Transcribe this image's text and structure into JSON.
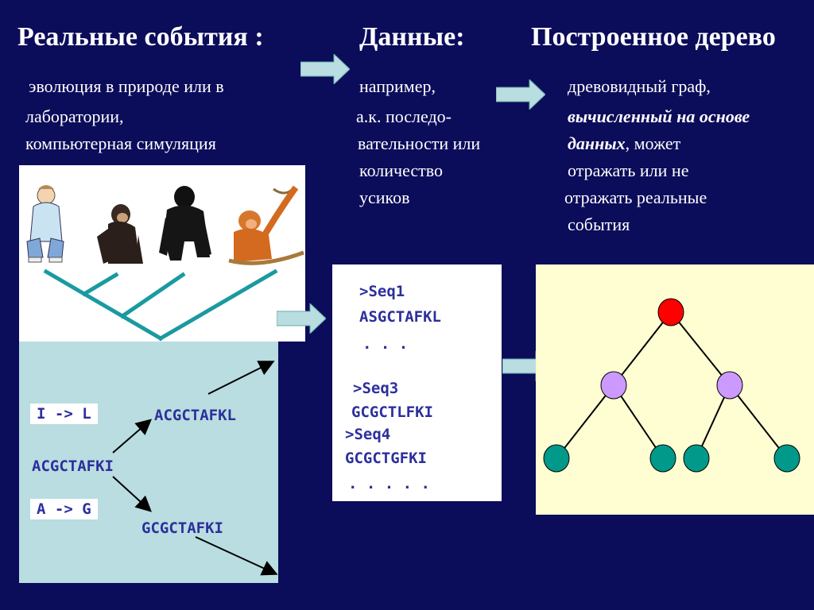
{
  "headers": {
    "real_events": "Реальные события :",
    "data": "Данные:",
    "tree": "Построенное дерево"
  },
  "real_events_text": {
    "line1": "эволюция в природе или  в",
    "line2": "лаборатории,",
    "line3": "компьютерная симуляция"
  },
  "data_text": {
    "line1": "например,",
    "line2": "а.к. последо-",
    "line3": "вательности  или",
    "line4": "количество",
    "line5": "усиков"
  },
  "tree_text": {
    "line1": "древовидный граф,",
    "line2": "вычисленный на основе",
    "line3a": "данных",
    "line3b": ",   может",
    "line4": "отражать  или   не",
    "line5": "отражать реальные",
    "line6": "события"
  },
  "evolution": {
    "mutation1": "I -> L",
    "mutation2": "A -> G",
    "ancestor": "ACGCTAFKI",
    "child1": "ACGCTAFKL",
    "child2": "GCGCTAFKI"
  },
  "sequences": {
    "seq1_name": ">Seq1",
    "seq1": "ASGCTAFKL",
    "dots1": ".  .  .",
    "seq3_name": ">Seq3",
    "seq3": "GCGCTLFKI",
    "seq4_name": ">Seq4",
    "seq4": "GCGCTGFKI",
    "dots2": ".  .  .  .  ."
  },
  "colors": {
    "background": "#0b0c5a",
    "arrow_fill": "#b9dde0",
    "phylo_line": "#1a9aa0",
    "root_node": "#ff0000",
    "inner_node": "#cc99ff",
    "leaf_node": "#00998a",
    "seq_text": "#2d2f9c"
  },
  "icons": [
    "human-figure",
    "chimpanzee-figure",
    "gorilla-figure",
    "orangutan-figure"
  ]
}
